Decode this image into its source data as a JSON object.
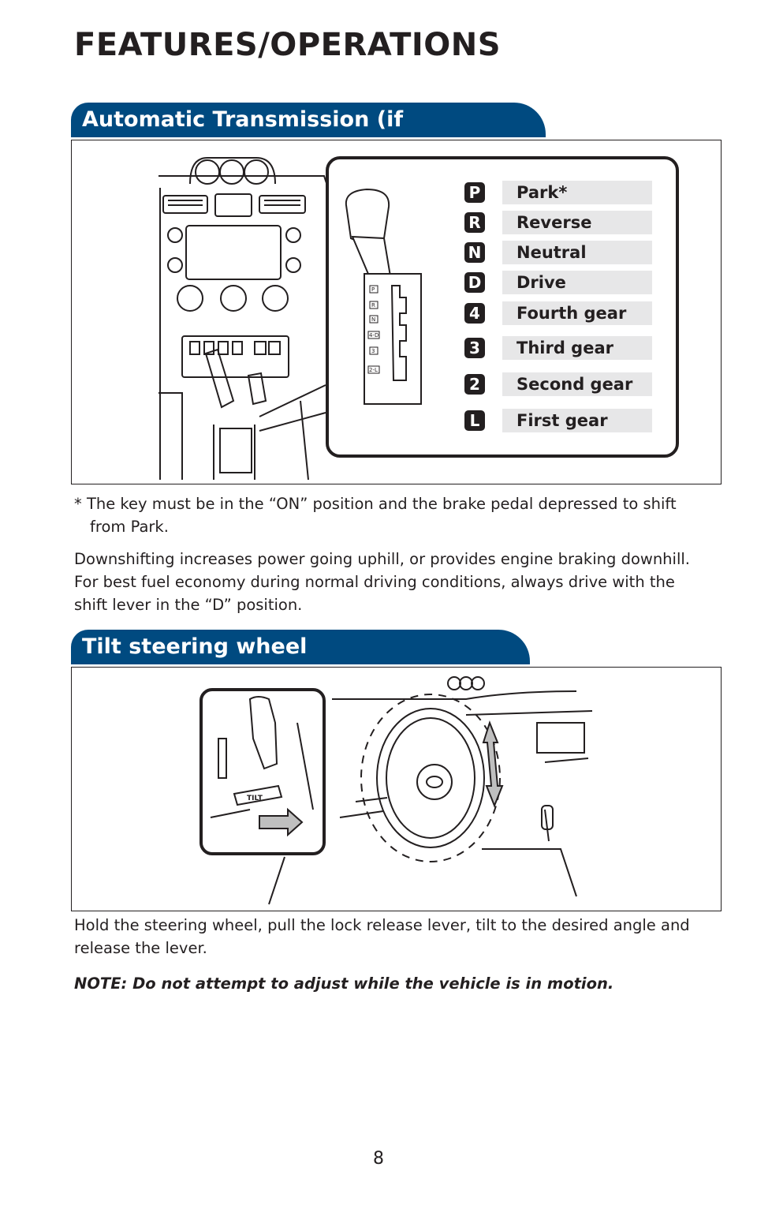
{
  "page": {
    "title": "FEATURES/OPERATIONS",
    "number": "8"
  },
  "transmission": {
    "heading": "Automatic Transmission (if equipped)",
    "gears": [
      {
        "badge": "P",
        "label": "Park*"
      },
      {
        "badge": "R",
        "label": "Reverse"
      },
      {
        "badge": "N",
        "label": "Neutral"
      },
      {
        "badge": "D",
        "label": "Drive"
      },
      {
        "badge": "4",
        "label": "Fourth gear"
      },
      {
        "badge": "3",
        "label": "Third gear"
      },
      {
        "badge": "2",
        "label": "Second gear"
      },
      {
        "badge": "L",
        "label": "First gear"
      }
    ],
    "gate_labels": [
      "P",
      "R",
      "N",
      "4-D",
      "3",
      "2-L"
    ],
    "footnote": "* The key must be in the “ON” position and the brake pedal depressed to shift from Park.",
    "paragraph": "Downshifting increases power going uphill, or provides engine braking downhill. For best fuel economy during normal driving conditions, always drive with the shift lever in the “D” position."
  },
  "tilt": {
    "heading": "Tilt steering wheel",
    "lever_label": "TILT",
    "paragraph": "Hold the steering wheel, pull the lock release lever, tilt to the desired angle and release the lever.",
    "note": "NOTE: Do not attempt to adjust while the vehicle is in motion."
  }
}
